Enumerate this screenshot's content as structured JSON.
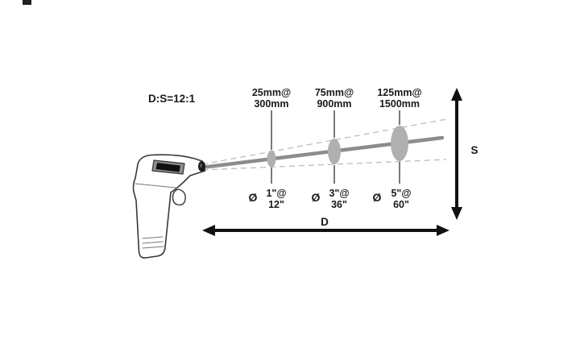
{
  "diagram": {
    "ratio_label": "D:S=12:1",
    "s_axis_label": "S",
    "d_axis_label": "D",
    "spots": [
      {
        "metric_line1": "25mm@",
        "metric_line2": "300mm",
        "diameter_symbol": "Ø",
        "imperial_line1": "1\"@",
        "imperial_line2": "12\""
      },
      {
        "metric_line1": "75mm@",
        "metric_line2": "900mm",
        "diameter_symbol": "Ø",
        "imperial_line1": "3\"@",
        "imperial_line2": "36\""
      },
      {
        "metric_line1": "125mm@",
        "metric_line2": "1500mm",
        "diameter_symbol": "Ø",
        "imperial_line1": "5\"@",
        "imperial_line2": "60\""
      }
    ]
  },
  "colors": {
    "beam": "#8c8c8c",
    "spot_fill": "#b0b0b0",
    "dashed_line": "#bdbdbd",
    "arrow": "#111111",
    "outline": "#383838"
  }
}
